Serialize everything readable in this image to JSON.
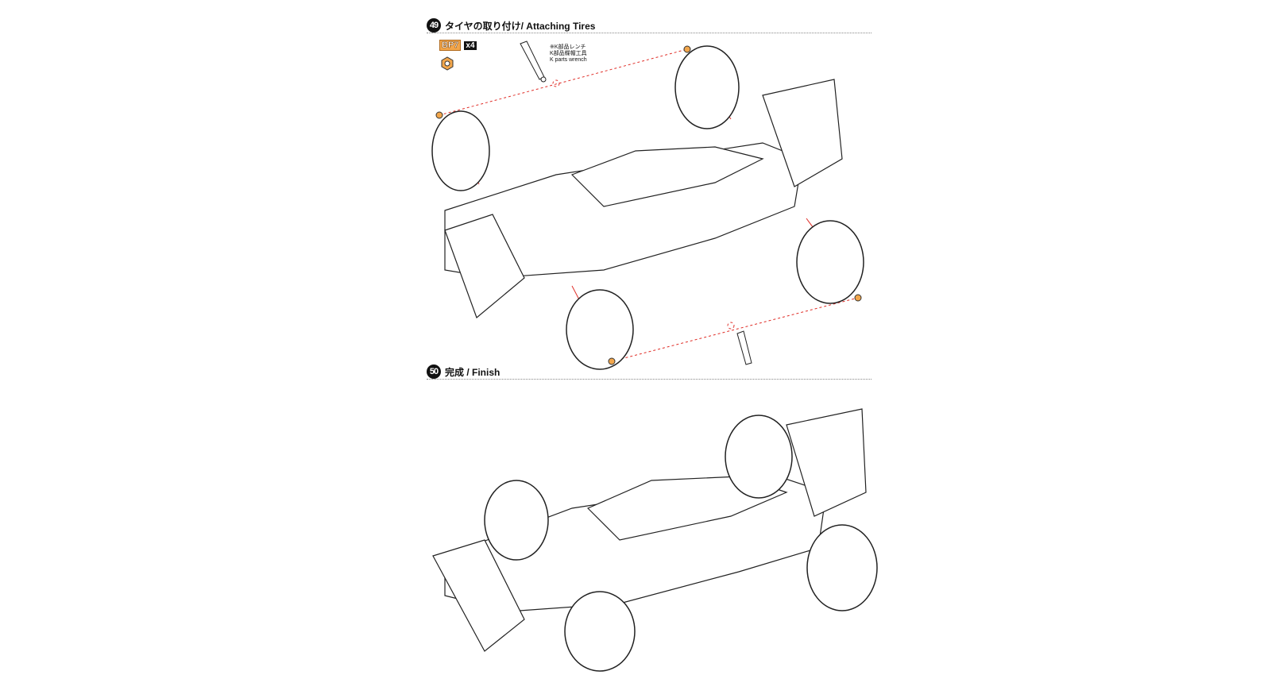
{
  "steps": [
    {
      "number": "49",
      "title": "タイヤの取り付け/ Attaching Tires"
    },
    {
      "number": "50",
      "title": "完成 / Finish"
    }
  ],
  "parts": {
    "code": "BP7",
    "quantity": "x4",
    "icon": "hex-nut-icon",
    "color": "#f2a64b"
  },
  "tool_note": [
    "※K部品レンチ",
    "K部品蝶帽工具",
    "K parts wrench"
  ],
  "arrow_color": "#e0302a"
}
